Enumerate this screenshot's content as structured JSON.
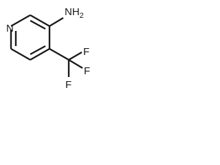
{
  "molecule": {
    "labels": {
      "ring_nitrogen": "N",
      "amine": "NH",
      "amine_subscript": "2",
      "fluorine_1": "F",
      "fluorine_2": "F",
      "fluorine_3": "F"
    },
    "colors": {
      "bond": "#1a1a1a",
      "text": "#1a1a1a",
      "background": "#ffffff"
    }
  }
}
